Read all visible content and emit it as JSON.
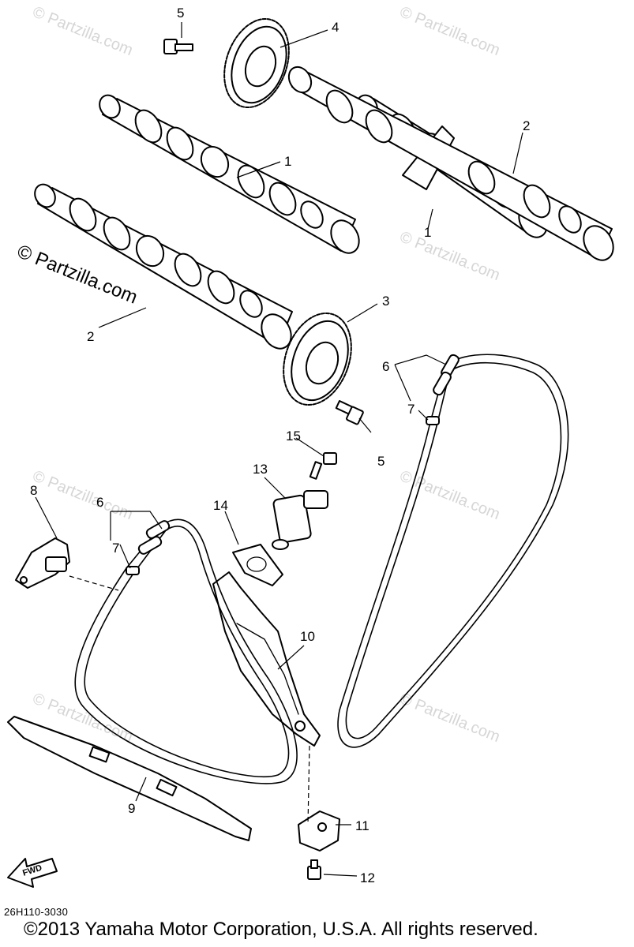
{
  "watermark": "© Partzilla.com",
  "credit": "© Partzilla.com",
  "callouts": [
    {
      "id": "c1a",
      "label": "1"
    },
    {
      "id": "c1b",
      "label": "1"
    },
    {
      "id": "c2a",
      "label": "2"
    },
    {
      "id": "c2b",
      "label": "2"
    },
    {
      "id": "c3",
      "label": "3"
    },
    {
      "id": "c4",
      "label": "4"
    },
    {
      "id": "c5a",
      "label": "5"
    },
    {
      "id": "c5b",
      "label": "5"
    },
    {
      "id": "c6a",
      "label": "6"
    },
    {
      "id": "c6b",
      "label": "6"
    },
    {
      "id": "c7a",
      "label": "7"
    },
    {
      "id": "c7b",
      "label": "7"
    },
    {
      "id": "c8",
      "label": "8"
    },
    {
      "id": "c9",
      "label": "9"
    },
    {
      "id": "c10",
      "label": "10"
    },
    {
      "id": "c11",
      "label": "11"
    },
    {
      "id": "c12",
      "label": "12"
    },
    {
      "id": "c13",
      "label": "13"
    },
    {
      "id": "c14",
      "label": "14"
    },
    {
      "id": "c15",
      "label": "15"
    }
  ],
  "fwd_label": "FWD",
  "doc_code": "26H110-3030",
  "copyright": "©2013 Yamaha Motor Corporation, U.S.A. All rights reserved."
}
